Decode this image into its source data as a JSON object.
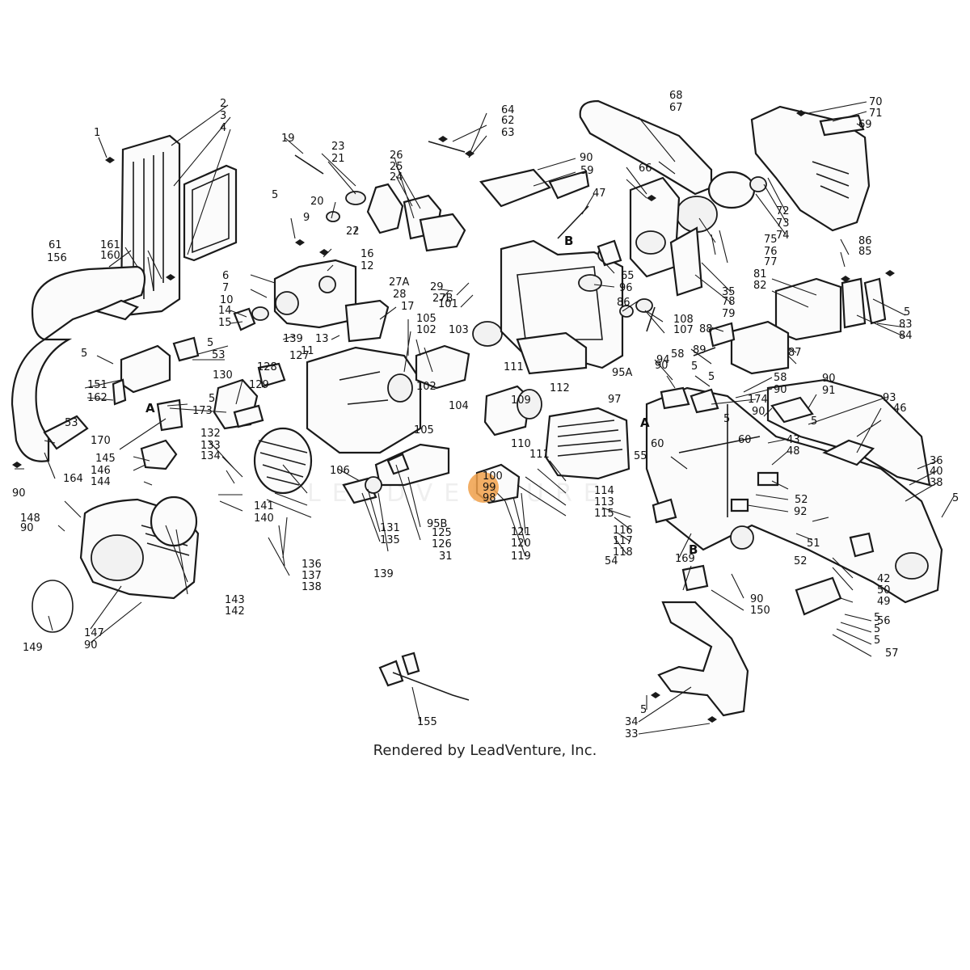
{
  "credit": "Rendered by LeadVenture, Inc.",
  "watermark": "LEADVENTURE",
  "highlight_color": "#f0a04a",
  "highlighted_group": [
    "100",
    "99",
    "98"
  ],
  "callouts": [
    "1",
    "2",
    "3",
    "4",
    "5",
    "6",
    "7",
    "9",
    "10",
    "11",
    "12",
    "13",
    "14",
    "15",
    "16",
    "17",
    "19",
    "20",
    "21",
    "22",
    "23",
    "24",
    "25",
    "26",
    "27A",
    "27B",
    "28",
    "29",
    "31",
    "33",
    "34",
    "35",
    "36",
    "38",
    "40",
    "42",
    "43",
    "46",
    "47",
    "48",
    "49",
    "50",
    "51",
    "52",
    "53",
    "54",
    "55",
    "56",
    "57",
    "58",
    "59",
    "60",
    "61",
    "62",
    "63",
    "64",
    "65",
    "66",
    "67",
    "68",
    "69",
    "70",
    "71",
    "72",
    "73",
    "74",
    "75",
    "76",
    "77",
    "78",
    "79",
    "81",
    "82",
    "83",
    "84",
    "85",
    "86",
    "87",
    "88",
    "89",
    "90",
    "91",
    "92",
    "93",
    "94",
    "95A",
    "95B",
    "96",
    "97",
    "98",
    "99",
    "100",
    "101",
    "102",
    "103",
    "104",
    "105",
    "106",
    "107",
    "108",
    "109",
    "110",
    "111",
    "112",
    "113",
    "114",
    "115",
    "116",
    "117",
    "118",
    "119",
    "120",
    "121",
    "125",
    "126",
    "127",
    "128",
    "129",
    "130",
    "131",
    "132",
    "133",
    "134",
    "135",
    "136",
    "137",
    "138",
    "139",
    "140",
    "141",
    "142",
    "143",
    "144",
    "145",
    "146",
    "147",
    "148",
    "149",
    "150",
    "151",
    "155",
    "156",
    "160",
    "161",
    "162",
    "164",
    "169",
    "170",
    "173",
    "174"
  ],
  "section_marks": [
    "A",
    "B"
  ]
}
